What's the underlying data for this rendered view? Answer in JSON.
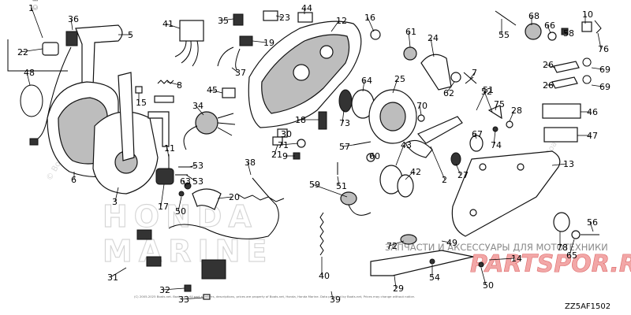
{
  "copyright_mark": "© Boats",
  "diagram_code": "ZZ5AF1502",
  "watermark": {
    "brand_top": "HONDA",
    "brand_bottom": "MARINE",
    "shop_text": "ЗАПЧАСТИ И АКСЕССУАРЫ ДЛЯ МОТОТЕХНИКИ",
    "shop_logo": "PARTSPOR.RU",
    "side_text": "© Boats"
  },
  "footer_note": "(C) 2005-2025 Boats.net. Boats.net. All part numbers, descriptions, prices are property of Boats.net, Honda, Honda Marine. Data provided by Boats.net, Prices may change without notice.",
  "callouts": [
    "1",
    "2",
    "3",
    "5",
    "6",
    "8",
    "9",
    "10",
    "11",
    "12",
    "13",
    "14",
    "15",
    "16",
    "17",
    "18",
    "19",
    "20",
    "21",
    "22",
    "23",
    "24",
    "25",
    "26",
    "27",
    "28",
    "29",
    "30",
    "31",
    "32",
    "33",
    "34",
    "35",
    "36",
    "37",
    "38",
    "39",
    "40",
    "41",
    "42",
    "43",
    "44",
    "45",
    "46",
    "47",
    "48",
    "49",
    "50",
    "51",
    "52",
    "53",
    "55",
    "56",
    "57",
    "58",
    "59",
    "60",
    "61",
    "62",
    "63",
    "64",
    "65",
    "66",
    "67",
    "68",
    "69",
    "70",
    "71",
    "72",
    "73",
    "74",
    "75",
    "76",
    "78"
  ]
}
